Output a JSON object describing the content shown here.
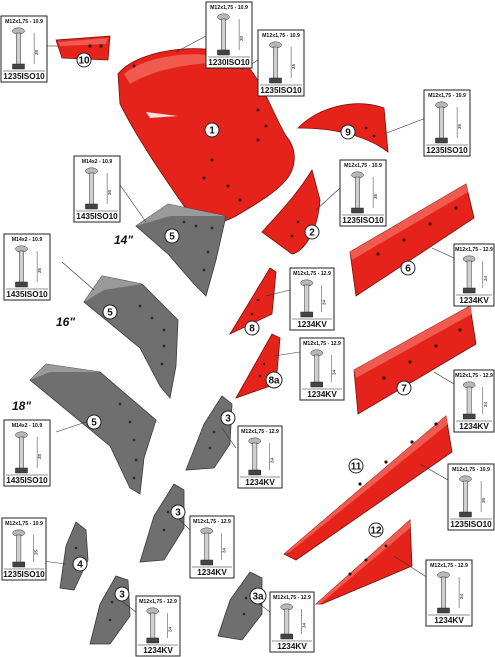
{
  "callouts": [
    "10",
    "1",
    "9",
    "2",
    "5",
    "6",
    "8",
    "8a",
    "7",
    "3",
    "11",
    "4",
    "12",
    "3a"
  ],
  "size_labels": [
    "14\"",
    "16\"",
    "18\""
  ],
  "boxes": [
    {
      "spec": "M12x1,75 - 10.9",
      "dim": "35",
      "code": "1235ISO10"
    },
    {
      "spec": "M12x1,75 - 10.9",
      "dim": "30",
      "code": "1230ISO10"
    },
    {
      "spec": "M12x1,75 - 10.9",
      "dim": "35",
      "code": "1235ISO10"
    },
    {
      "spec": "M12x1,75 - 10.9",
      "dim": "35",
      "code": "1235ISO10"
    },
    {
      "spec": "M14x2 - 10.9",
      "dim": "35",
      "code": "1435ISO10"
    },
    {
      "spec": "M12x1,75 - 10.9",
      "dim": "35",
      "code": "1235ISO10"
    },
    {
      "spec": "M14x2 - 10.9",
      "dim": "35",
      "code": "1435ISO10"
    },
    {
      "spec": "M12x1,75 - 12.9",
      "dim": "34",
      "code": "1234KV"
    },
    {
      "spec": "M12x1,75 - 12.9",
      "dim": "34",
      "code": "1234KV"
    },
    {
      "spec": "M12x1,75 - 12.9",
      "dim": "34",
      "code": "1234KV"
    },
    {
      "spec": "M12x1,75 - 12.9",
      "dim": "34",
      "code": "1234KV"
    },
    {
      "spec": "M14x2 - 10.9",
      "dim": "35",
      "code": "1435ISO10"
    },
    {
      "spec": "M12x1,75 - 12.9",
      "dim": "34",
      "code": "1234KV"
    },
    {
      "spec": "M12x1,75 - 10.9",
      "dim": "35",
      "code": "1235ISO10"
    },
    {
      "spec": "M12x1,75 - 12.9",
      "dim": "34",
      "code": "1234KV"
    },
    {
      "spec": "M12x1,75 - 12.9",
      "dim": "34",
      "code": "1234KV"
    },
    {
      "spec": "M12x1,75 - 10.9",
      "dim": "35",
      "code": "1235ISO10"
    },
    {
      "spec": "M12x1,75 - 12.9",
      "dim": "34",
      "code": "1234KV"
    },
    {
      "spec": "M12x1,75 - 12.9",
      "dim": "34",
      "code": "1234KV"
    }
  ]
}
